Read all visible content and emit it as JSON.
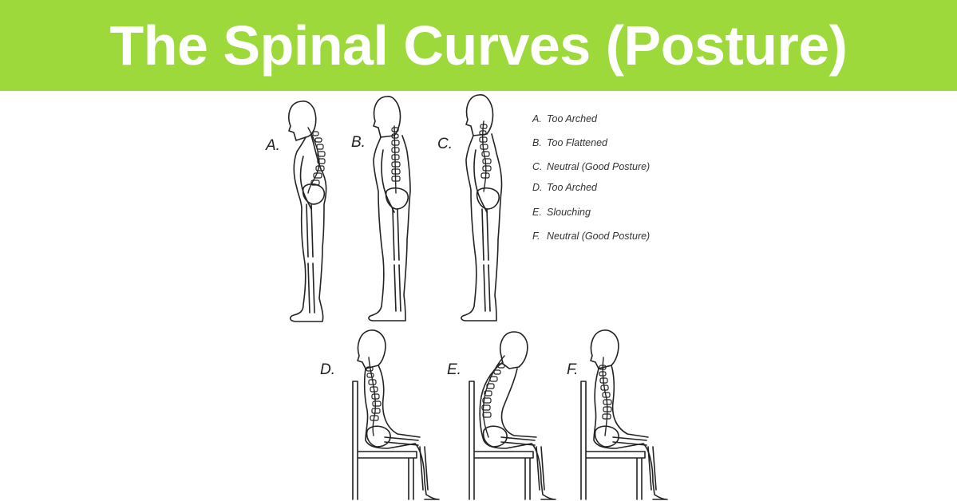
{
  "title": "The Spinal Curves (Posture)",
  "colors": {
    "banner": "#9dd93a",
    "title_text": "#ffffff",
    "ink": "#222222"
  },
  "figures": {
    "standing": [
      {
        "letter": "A."
      },
      {
        "letter": "B."
      },
      {
        "letter": "C."
      }
    ],
    "sitting": [
      {
        "letter": "D."
      },
      {
        "letter": "E."
      },
      {
        "letter": "F."
      }
    ]
  },
  "legend": [
    {
      "key": "A.",
      "text": "Too Arched"
    },
    {
      "key": "B.",
      "text": "Too Flattened"
    },
    {
      "key": "C.",
      "text": "Neutral (Good Posture)"
    },
    {
      "key": "D.",
      "text": "Too Arched"
    },
    {
      "key": "E.",
      "text": "Slouching"
    },
    {
      "key": "F.",
      "text": "Neutral (Good Posture)"
    }
  ]
}
